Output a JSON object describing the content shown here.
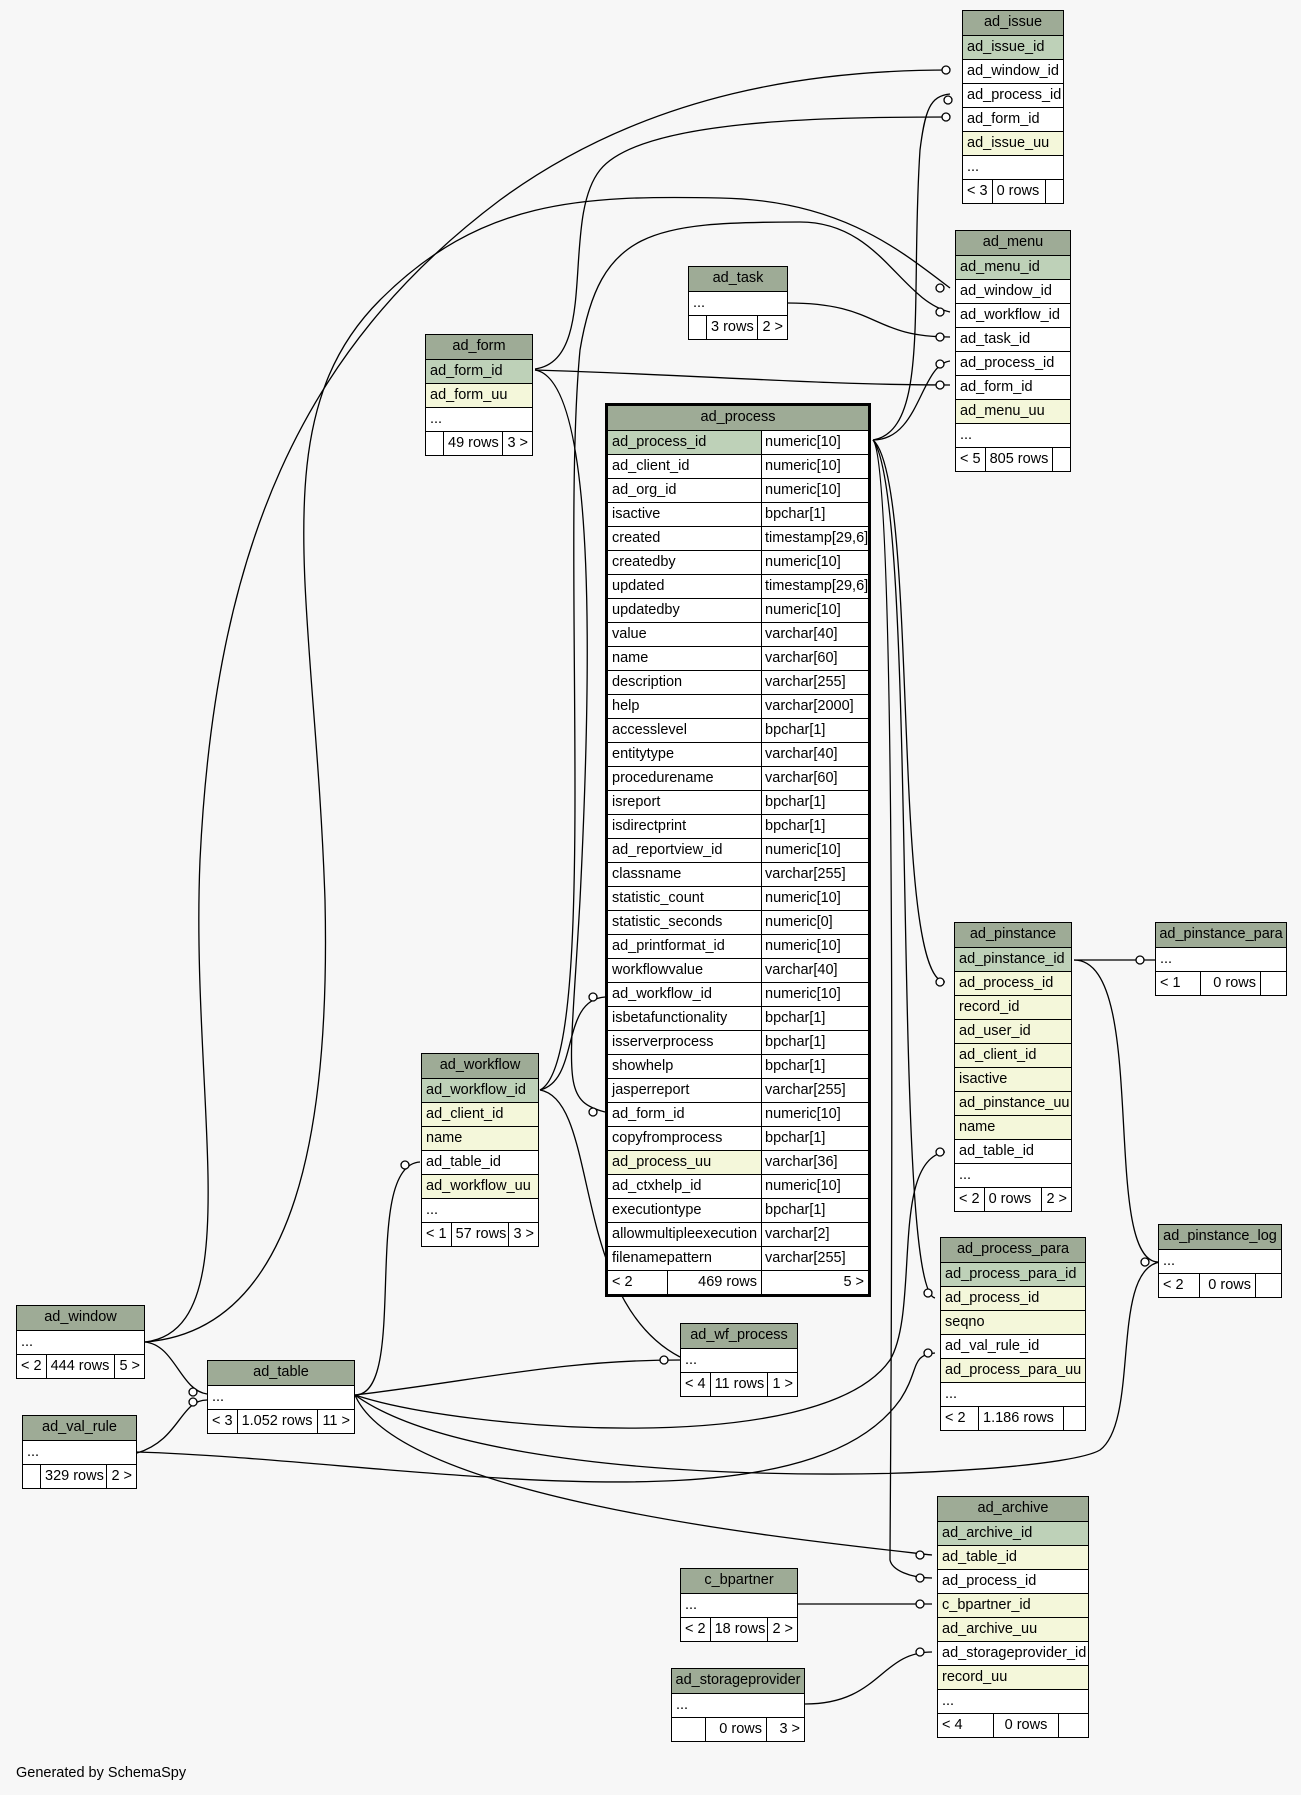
{
  "footer": "Generated by SchemaSpy",
  "tables": {
    "ad_issue": {
      "name": "ad_issue",
      "rows": [
        "ad_issue_id",
        "ad_window_id",
        "ad_process_id",
        "ad_form_id",
        "ad_issue_uu",
        "..."
      ],
      "foot": [
        "< 3",
        "0 rows",
        ""
      ]
    },
    "ad_menu": {
      "name": "ad_menu",
      "rows": [
        "ad_menu_id",
        "ad_window_id",
        "ad_workflow_id",
        "ad_task_id",
        "ad_process_id",
        "ad_form_id",
        "ad_menu_uu",
        "..."
      ],
      "foot": [
        "< 5",
        "805 rows",
        ""
      ]
    },
    "ad_task": {
      "name": "ad_task",
      "rows": [
        "..."
      ],
      "foot": [
        "",
        "3 rows",
        "2 >"
      ]
    },
    "ad_form": {
      "name": "ad_form",
      "rows": [
        "ad_form_id",
        "ad_form_uu",
        "..."
      ],
      "foot": [
        "",
        "49 rows",
        "3 >"
      ]
    },
    "ad_process": {
      "name": "ad_process",
      "columns": [
        [
          "ad_process_id",
          "numeric[10]"
        ],
        [
          "ad_client_id",
          "numeric[10]"
        ],
        [
          "ad_org_id",
          "numeric[10]"
        ],
        [
          "isactive",
          "bpchar[1]"
        ],
        [
          "created",
          "timestamp[29,6]"
        ],
        [
          "createdby",
          "numeric[10]"
        ],
        [
          "updated",
          "timestamp[29,6]"
        ],
        [
          "updatedby",
          "numeric[10]"
        ],
        [
          "value",
          "varchar[40]"
        ],
        [
          "name",
          "varchar[60]"
        ],
        [
          "description",
          "varchar[255]"
        ],
        [
          "help",
          "varchar[2000]"
        ],
        [
          "accesslevel",
          "bpchar[1]"
        ],
        [
          "entitytype",
          "varchar[40]"
        ],
        [
          "procedurename",
          "varchar[60]"
        ],
        [
          "isreport",
          "bpchar[1]"
        ],
        [
          "isdirectprint",
          "bpchar[1]"
        ],
        [
          "ad_reportview_id",
          "numeric[10]"
        ],
        [
          "classname",
          "varchar[255]"
        ],
        [
          "statistic_count",
          "numeric[10]"
        ],
        [
          "statistic_seconds",
          "numeric[0]"
        ],
        [
          "ad_printformat_id",
          "numeric[10]"
        ],
        [
          "workflowvalue",
          "varchar[40]"
        ],
        [
          "ad_workflow_id",
          "numeric[10]"
        ],
        [
          "isbetafunctionality",
          "bpchar[1]"
        ],
        [
          "isserverprocess",
          "bpchar[1]"
        ],
        [
          "showhelp",
          "bpchar[1]"
        ],
        [
          "jasperreport",
          "varchar[255]"
        ],
        [
          "ad_form_id",
          "numeric[10]"
        ],
        [
          "copyfromprocess",
          "bpchar[1]"
        ],
        [
          "ad_process_uu",
          "varchar[36]"
        ],
        [
          "ad_ctxhelp_id",
          "numeric[10]"
        ],
        [
          "executiontype",
          "bpchar[1]"
        ],
        [
          "allowmultipleexecution",
          "varchar[2]"
        ],
        [
          "filenamepattern",
          "varchar[255]"
        ]
      ],
      "foot": [
        "< 2",
        "469 rows",
        "5 >"
      ]
    },
    "ad_workflow": {
      "name": "ad_workflow",
      "rows": [
        "ad_workflow_id",
        "ad_client_id",
        "name",
        "ad_table_id",
        "ad_workflow_uu",
        "..."
      ],
      "foot": [
        "< 1",
        "57 rows",
        "3 >"
      ]
    },
    "ad_pinstance": {
      "name": "ad_pinstance",
      "rows": [
        "ad_pinstance_id",
        "ad_process_id",
        "record_id",
        "ad_user_id",
        "ad_client_id",
        "isactive",
        "ad_pinstance_uu",
        "name",
        "ad_table_id",
        "..."
      ],
      "foot": [
        "< 2",
        "0 rows",
        "2 >"
      ]
    },
    "ad_pinstance_para": {
      "name": "ad_pinstance_para",
      "rows": [
        "..."
      ],
      "foot": [
        "< 1",
        "0 rows",
        ""
      ]
    },
    "ad_pinstance_log": {
      "name": "ad_pinstance_log",
      "rows": [
        "..."
      ],
      "foot": [
        "< 2",
        "0 rows",
        ""
      ]
    },
    "ad_process_para": {
      "name": "ad_process_para",
      "rows": [
        "ad_process_para_id",
        "ad_process_id",
        "seqno",
        "ad_val_rule_id",
        "ad_process_para_uu",
        "..."
      ],
      "foot": [
        "< 2",
        "1.186 rows",
        ""
      ]
    },
    "ad_window": {
      "name": "ad_window",
      "rows": [
        "..."
      ],
      "foot": [
        "< 2",
        "444 rows",
        "5 >"
      ]
    },
    "ad_table": {
      "name": "ad_table",
      "rows": [
        "..."
      ],
      "foot": [
        "< 3",
        "1.052 rows",
        "11 >"
      ]
    },
    "ad_val_rule": {
      "name": "ad_val_rule",
      "rows": [
        "..."
      ],
      "foot": [
        "",
        "329 rows",
        "2 >"
      ]
    },
    "ad_wf_process": {
      "name": "ad_wf_process",
      "rows": [
        "..."
      ],
      "foot": [
        "< 4",
        "11 rows",
        "1 >"
      ]
    },
    "c_bpartner": {
      "name": "c_bpartner",
      "rows": [
        "..."
      ],
      "foot": [
        "< 2",
        "18 rows",
        "2 >"
      ]
    },
    "ad_storageprovider": {
      "name": "ad_storageprovider",
      "rows": [
        "..."
      ],
      "foot": [
        "",
        "0 rows",
        "3 >"
      ]
    },
    "ad_archive": {
      "name": "ad_archive",
      "rows": [
        "ad_archive_id",
        "ad_table_id",
        "ad_process_id",
        "c_bpartner_id",
        "ad_archive_uu",
        "ad_storageprovider_id",
        "record_uu",
        "..."
      ],
      "foot": [
        "< 4",
        "0 rows",
        ""
      ]
    }
  }
}
